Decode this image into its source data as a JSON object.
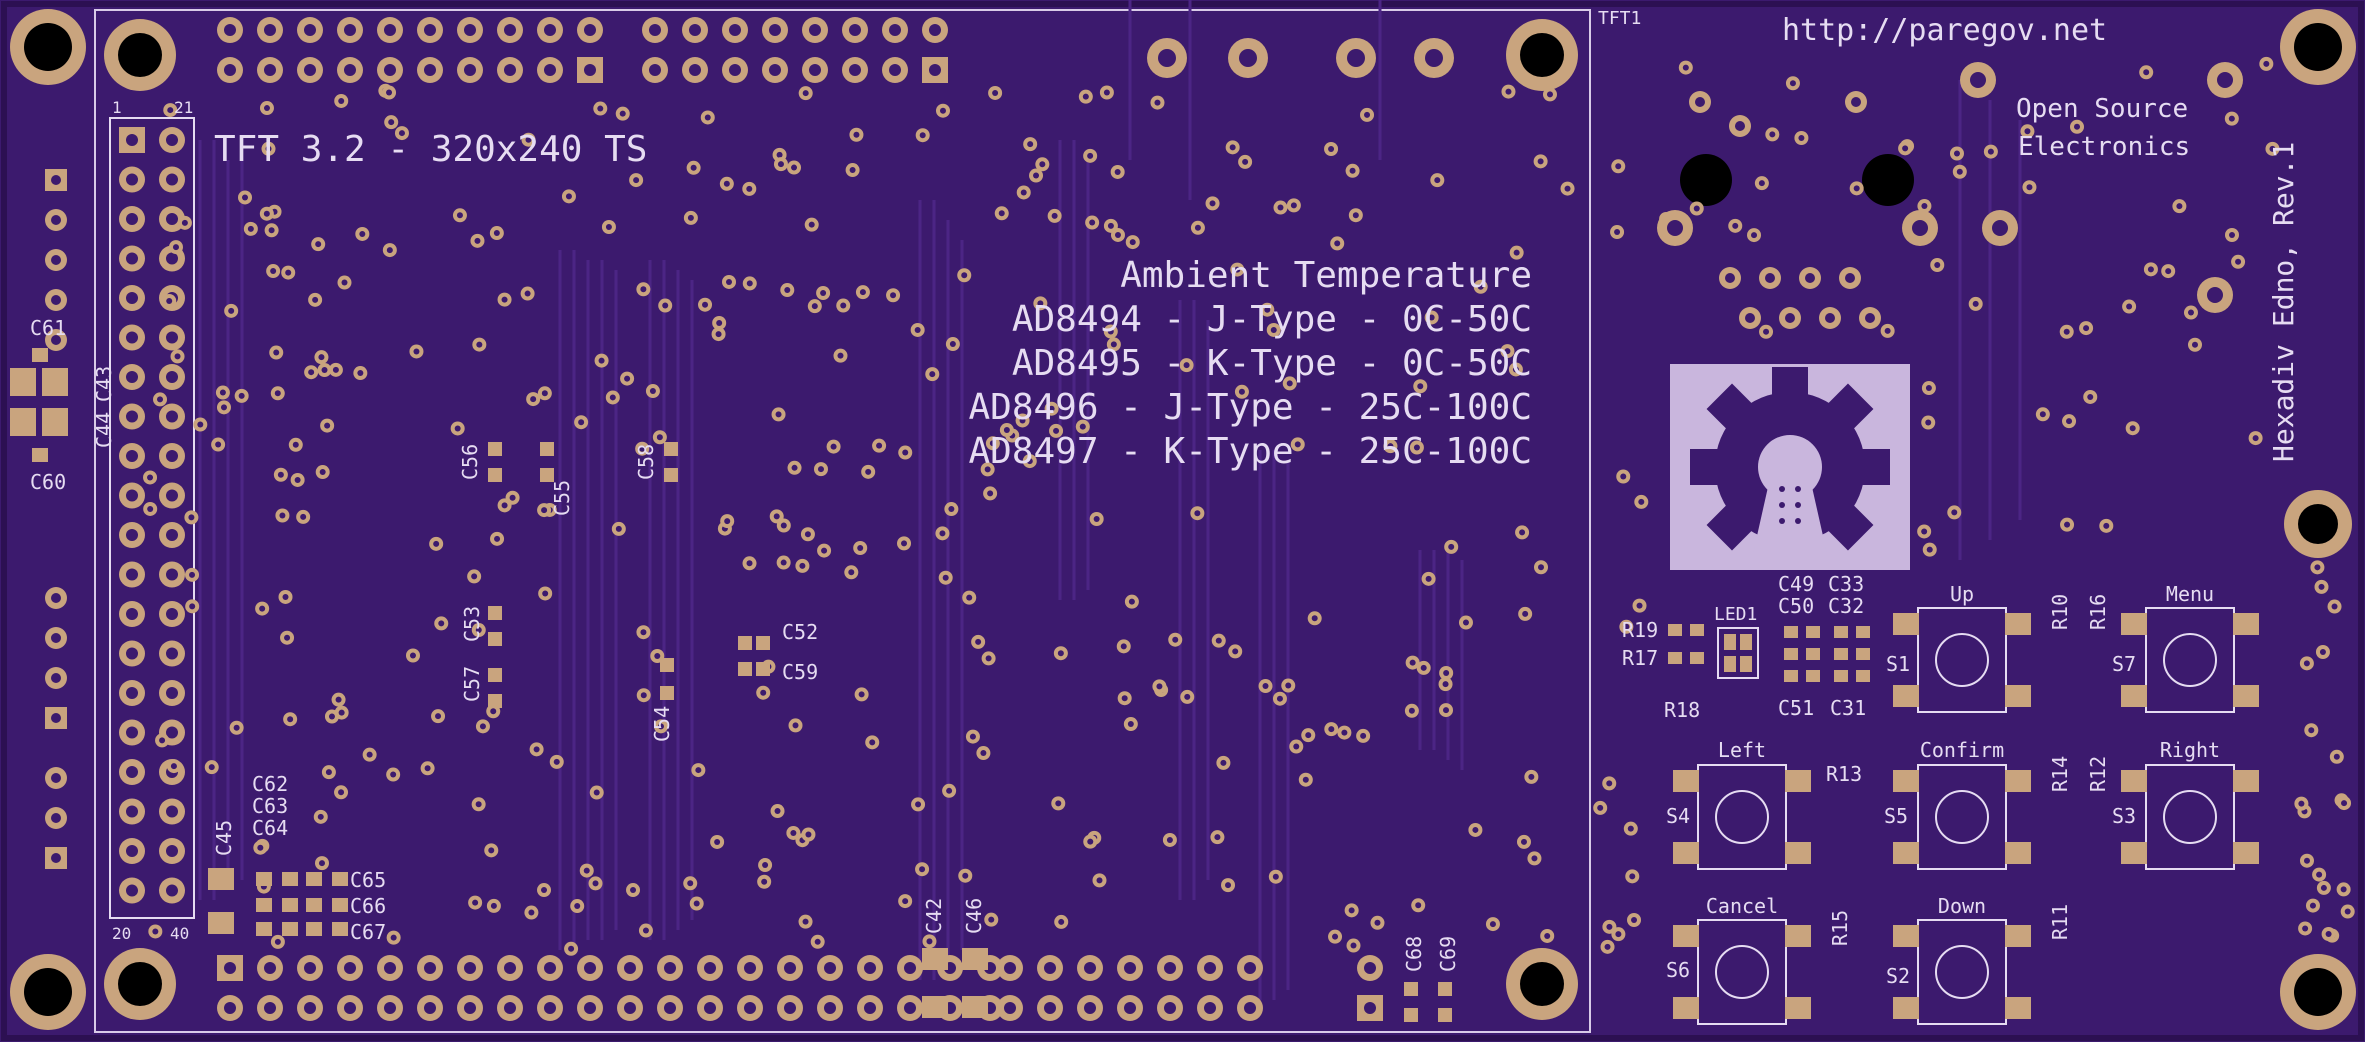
{
  "board": {
    "title": "TFT 3.2 - 320x240 TS",
    "url": "http://paregov.net",
    "credit_line1": "Open Source",
    "credit_line2": "Electronics",
    "vertical_label": "Hexadiv Edno, Rev.1",
    "notes": [
      "Ambient Temperature",
      "AD8494 - J-Type - 0C-50C",
      "AD8495 - K-Type - 0C-50C",
      "AD8496 - J-Type - 25C-100C",
      "AD8497 - K-Type - 25C-100C"
    ],
    "header_pin_first": "1",
    "header_pin_last_top": "21",
    "header_pin_first_bottom": "20",
    "header_pin_last": "40",
    "tft_ref": "TFT1",
    "led_ref": "LED1"
  },
  "buttons": [
    {
      "ref": "S1",
      "label": "Up"
    },
    {
      "ref": "S7",
      "label": "Menu"
    },
    {
      "ref": "S4",
      "label": "Left"
    },
    {
      "ref": "S5",
      "label": "Confirm"
    },
    {
      "ref": "S3",
      "label": "Right"
    },
    {
      "ref": "S6",
      "label": "Cancel"
    },
    {
      "ref": "S2",
      "label": "Down"
    }
  ],
  "refdes": [
    "C61",
    "C44",
    "C43",
    "C60",
    "C56",
    "C55",
    "C58",
    "C53",
    "C57",
    "C54",
    "C52",
    "C59",
    "C62",
    "C63",
    "C64",
    "C45",
    "C65",
    "C66",
    "C67",
    "C42",
    "C46",
    "C68",
    "C69",
    "C49",
    "C50",
    "C33",
    "C32",
    "C51",
    "C31",
    "R19",
    "R17",
    "R18",
    "R10",
    "R16",
    "R13",
    "R14",
    "R12",
    "R15",
    "R11"
  ],
  "colors": {
    "board": "#3c1a6e",
    "copper_trace": "#4a2382",
    "pad": "#c9a47e",
    "silkscreen": "#e6dcf2"
  }
}
